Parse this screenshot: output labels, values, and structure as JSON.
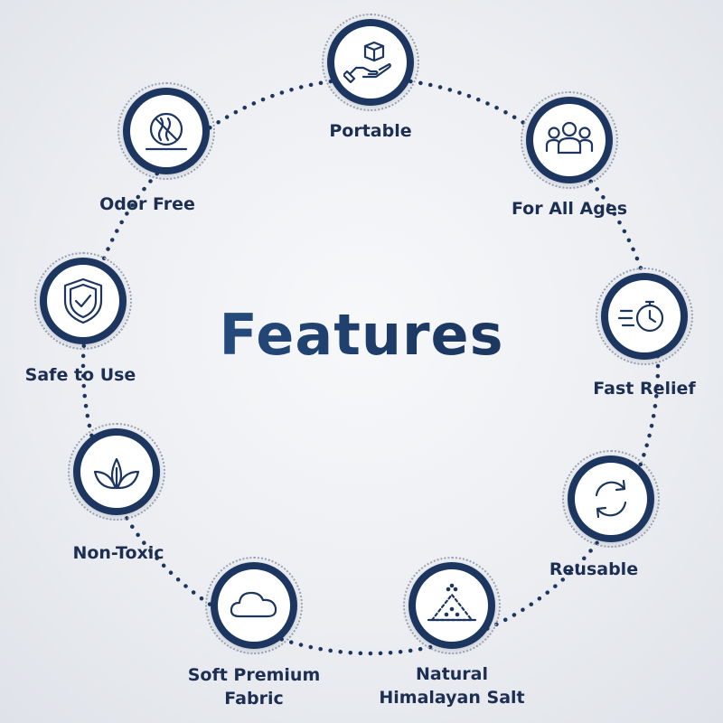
{
  "title": "Features",
  "colors": {
    "navy": "#1c3660",
    "text": "#1c2f52",
    "accent": "#2f5c98",
    "dots": "#1c3660"
  },
  "features": [
    {
      "id": "portable",
      "label": "Portable",
      "icon": "box-in-hand-icon"
    },
    {
      "id": "for-all-ages",
      "label": "For All Ages",
      "icon": "people-group-icon"
    },
    {
      "id": "fast-relief",
      "label": "Fast Relief",
      "icon": "stopwatch-speed-icon"
    },
    {
      "id": "reusable",
      "label": "Reusable",
      "icon": "recycle-arrows-icon"
    },
    {
      "id": "natural-himalayan-salt",
      "label_line1": "Natural",
      "label_line2": "Himalayan Salt",
      "icon": "salt-pile-icon"
    },
    {
      "id": "soft-premium-fabric",
      "label_line1": "Soft Premium",
      "label_line2": "Fabric",
      "icon": "cloud-icon"
    },
    {
      "id": "non-toxic",
      "label": "Non-Toxic",
      "icon": "leaves-icon"
    },
    {
      "id": "safe-to-use",
      "label": "Safe to Use",
      "icon": "shield-check-icon"
    },
    {
      "id": "odor-free",
      "label": "Odor Free",
      "icon": "no-odor-icon"
    }
  ]
}
